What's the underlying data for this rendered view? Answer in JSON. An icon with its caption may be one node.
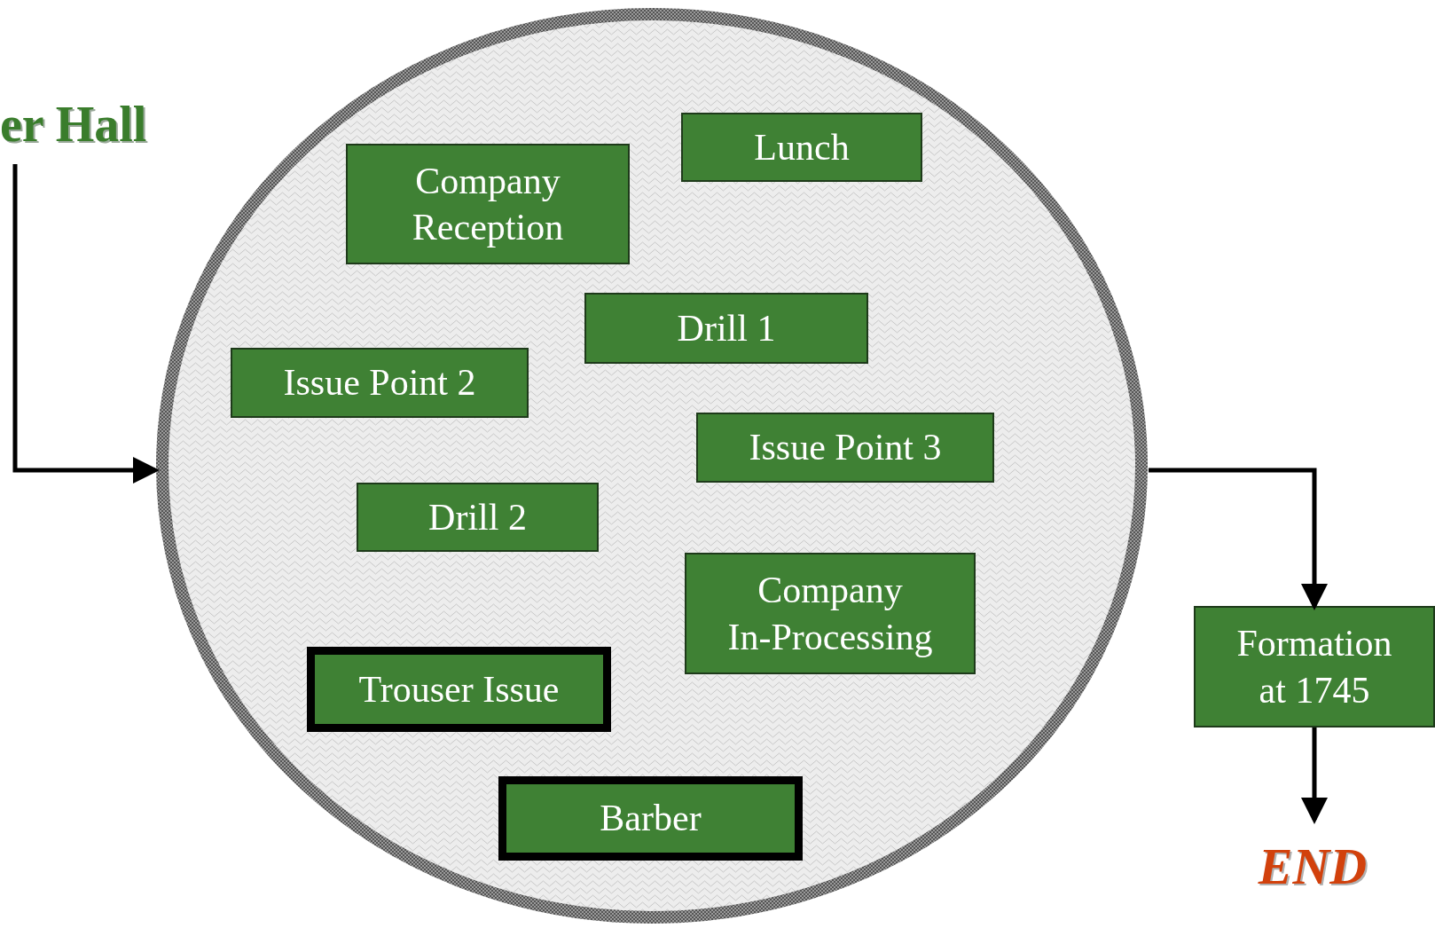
{
  "diagram": {
    "nodes": [
      {
        "text": [
          "er Hall"
        ]
      },
      {
        "text": [],
        "shape": "circle"
      },
      {
        "text": [
          "Company Reception"
        ],
        "in": 1
      },
      {
        "text": [
          "Lunch"
        ],
        "in": 1
      },
      {
        "text": [
          "Drill 1"
        ],
        "in": 1
      },
      {
        "text": [
          "Issue Point 2"
        ],
        "in": 1
      },
      {
        "text": [
          "Issue Point 3"
        ],
        "in": 1
      },
      {
        "text": [
          "Drill 2"
        ],
        "in": 1
      },
      {
        "text": [
          "Company In-Processing"
        ],
        "in": 1
      },
      {
        "text": [
          "Trouser Issue"
        ],
        "in": 1
      },
      {
        "text": [
          "Barber"
        ],
        "in": 1
      },
      {
        "text": [
          "Formation at 1745"
        ]
      },
      {
        "text": [
          "END"
        ]
      }
    ],
    "edges": [
      {
        "from": 0,
        "to": 1,
        "arrow": "to"
      },
      {
        "from": 1,
        "to": 11,
        "arrow": "to"
      },
      {
        "from": 11,
        "to": 12,
        "arrow": "to"
      }
    ]
  }
}
